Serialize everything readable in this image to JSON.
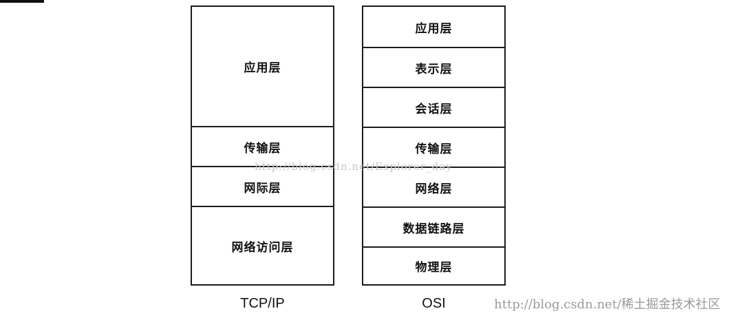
{
  "tcpip": {
    "caption": "TCP/IP",
    "layers": [
      {
        "label": "应用层",
        "units": 3
      },
      {
        "label": "传输层",
        "units": 1
      },
      {
        "label": "网际层",
        "units": 1
      },
      {
        "label": "网络访问层",
        "units": 2
      }
    ]
  },
  "osi": {
    "caption": "OSI",
    "layers": [
      {
        "label": "应用层",
        "units": 1
      },
      {
        "label": "表示层",
        "units": 1
      },
      {
        "label": "会话层",
        "units": 1
      },
      {
        "label": "传输层",
        "units": 1
      },
      {
        "label": "网络层",
        "units": 1
      },
      {
        "label": "数据链路层",
        "units": 1
      },
      {
        "label": "物理层",
        "units": 1
      }
    ]
  },
  "watermarks": {
    "center": "http://blog.csdn.net/Explorer_day",
    "corner": "http://blog.csdn.net/稀土掘金技术社区"
  }
}
